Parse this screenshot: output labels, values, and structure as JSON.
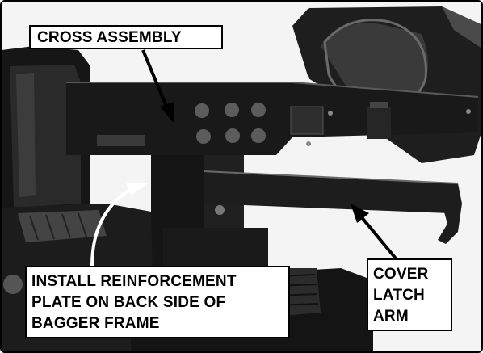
{
  "labels": {
    "cross_assembly": "CROSS ASSEMBLY",
    "install_lines": [
      "INSTALL REINFORCEMENT",
      "PLATE ON BACK SIDE OF",
      "BAGGER FRAME"
    ],
    "cover_lines": [
      "COVER",
      "LATCH",
      "ARM"
    ]
  },
  "colors": {
    "metal": "#1b1b1b",
    "background": "#ffffff",
    "outline": "#000000"
  }
}
